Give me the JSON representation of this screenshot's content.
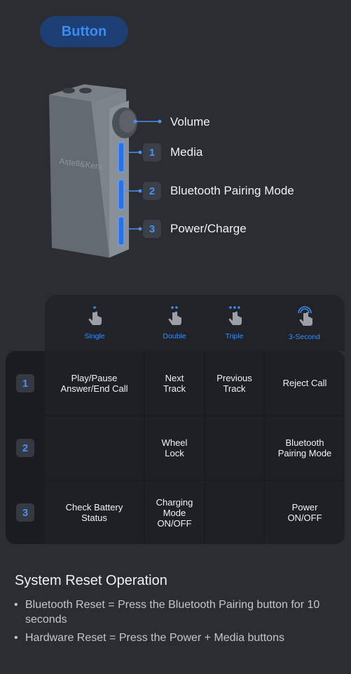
{
  "header": {
    "tag_label": "Button"
  },
  "device": {
    "brand": "Astell&Kern",
    "callouts": [
      {
        "num": "",
        "label": "Volume"
      },
      {
        "num": "1",
        "label": "Media"
      },
      {
        "num": "2",
        "label": "Bluetooth Pairing Mode"
      },
      {
        "num": "3",
        "label": "Power/Charge"
      }
    ]
  },
  "table": {
    "columns": [
      {
        "label": "Single",
        "icon": "tap-single-icon"
      },
      {
        "label": "Double",
        "icon": "tap-double-icon"
      },
      {
        "label": "Triple",
        "icon": "tap-triple-icon"
      },
      {
        "label": "3-Second",
        "icon": "press-hold-icon"
      }
    ],
    "rows": [
      {
        "num": "1",
        "cells": [
          "Play/Pause\nAnswer/End Call",
          "Next\nTrack",
          "Previous\nTrack",
          "Reject Call"
        ]
      },
      {
        "num": "2",
        "cells": [
          "",
          "Wheel\nLock",
          "",
          "Bluetooth\nPairing Mode"
        ]
      },
      {
        "num": "3",
        "cells": [
          "Check Battery\nStatus",
          "Charging\nMode\nON/OFF",
          "",
          "Power\nON/OFF"
        ]
      }
    ]
  },
  "reset": {
    "title": "System Reset Operation",
    "items": [
      "Bluetooth Reset = Press the Bluetooth Pairing button for 10 seconds",
      "Hardware Reset = Press the Power + Media buttons"
    ]
  },
  "colors": {
    "accent": "#3a8cf4",
    "background": "#2b2d33"
  }
}
